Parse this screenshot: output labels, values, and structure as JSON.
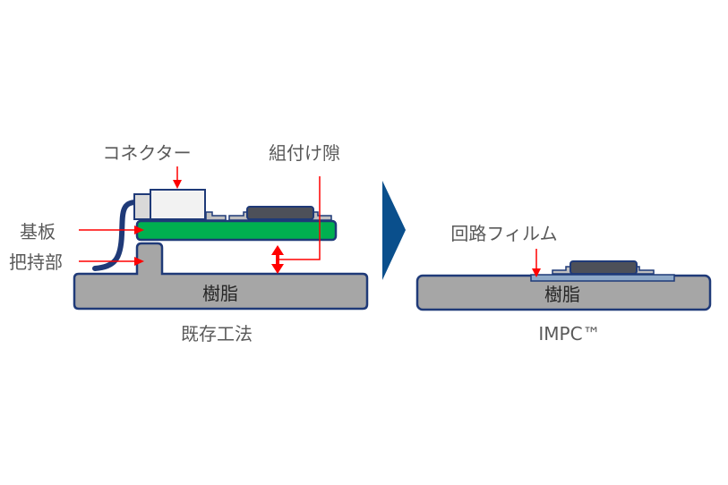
{
  "left_panel": {
    "caption": "既存工法",
    "labels": {
      "connector": "コネクター",
      "assembly_gap": "組付け隙",
      "board": "基板",
      "holder": "把持部",
      "resin": "樹脂"
    }
  },
  "right_panel": {
    "caption": "IMPC™",
    "labels": {
      "circuit_film": "回路フィルム",
      "resin": "樹脂"
    }
  },
  "colors": {
    "outline": "#1f3a78",
    "resin": "#a6a6a6",
    "board": "#00b050",
    "chip": "#4d5059",
    "connector": "#f2f2f2",
    "connector_side": "#d9d9d9",
    "pad": "#bfbfbf",
    "film": "#8ea9c8",
    "arrow": "#ff0000",
    "chevron": "#0a4f8c",
    "text": "#595959"
  }
}
